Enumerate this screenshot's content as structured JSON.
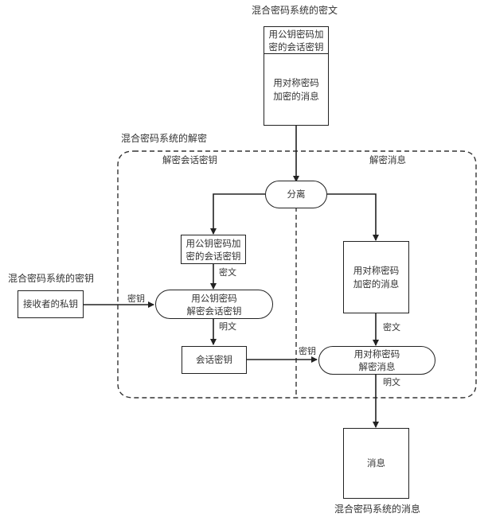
{
  "titles": {
    "ciphertext": "混合密码系统的密文",
    "decryption": "混合密码系统的解密",
    "key": "混合密码系统的密钥",
    "message": "混合密码系统的消息"
  },
  "sections": {
    "decrypt_session_key": "解密会话密钥",
    "decrypt_message": "解密消息"
  },
  "nodes": {
    "top_encrypted_session_key": "用公钥密码加\n密的会话密钥",
    "top_encrypted_message": "用对称密码\n加密的消息",
    "split": "分离",
    "encrypted_session_key": "用公钥密码加\n密的会话密钥",
    "encrypted_message": "用对称密码\n加密的消息",
    "receiver_private_key": "接收者的私钥",
    "decrypt_session_key_step": "用公钥密码\n解密会话密钥",
    "session_key": "会话密钥",
    "decrypt_message_step": "用对称密码\n解密消息",
    "message": "消息"
  },
  "edge_labels": {
    "ciphertext_left": "密文",
    "key_left": "密钥",
    "plaintext_left": "明文",
    "ciphertext_right": "密文",
    "key_right": "密钥",
    "plaintext_right": "明文"
  }
}
